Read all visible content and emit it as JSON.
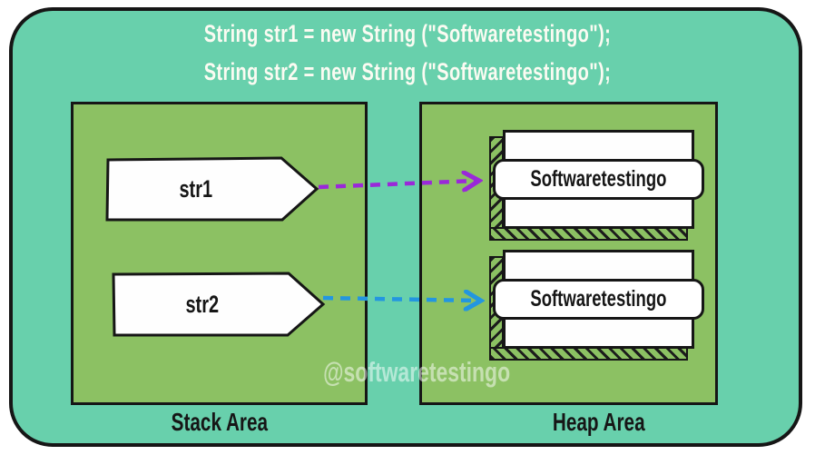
{
  "code": {
    "line1": "String str1 = new String (\"Softwaretestingo\");",
    "line2": "String str2 = new String (\"Softwaretestingo\");"
  },
  "stack": {
    "label": "Stack Area",
    "pointers": [
      {
        "name": "str1"
      },
      {
        "name": "str2"
      }
    ]
  },
  "heap": {
    "label": "Heap Area",
    "objects": [
      {
        "value": "Softwaretestingo"
      },
      {
        "value": "Softwaretestingo"
      }
    ]
  },
  "arrows": [
    {
      "from": "str1",
      "to": "heap-object-1",
      "color": "#9a28d9",
      "style": "dashed"
    },
    {
      "from": "str2",
      "to": "heap-object-2",
      "color": "#2396e0",
      "style": "dashed"
    }
  ],
  "watermark": "@softwaretestingo",
  "colors": {
    "frame_background": "#68d0ac",
    "panel_green": "#8cc163",
    "outline": "#161616",
    "code_text": "#fbfbf2",
    "arrow_str1": "#9a28d9",
    "arrow_str2": "#2396e0"
  }
}
